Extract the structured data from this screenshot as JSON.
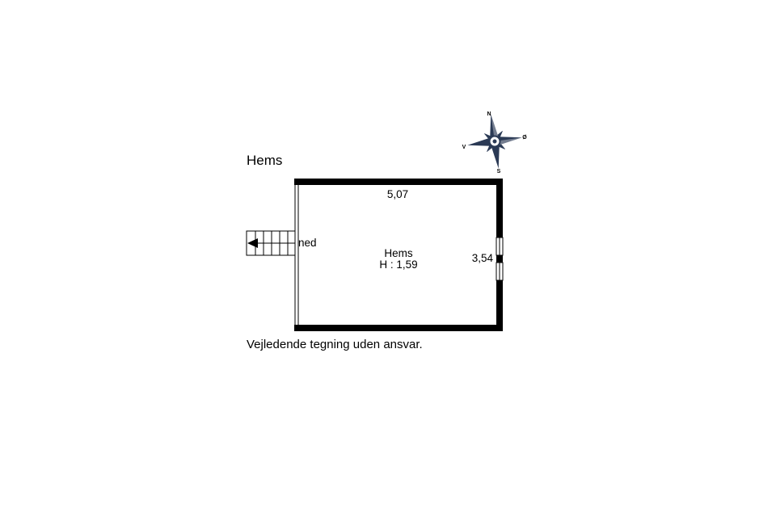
{
  "floor": {
    "title": "Hems",
    "disclaimer": "Vejledende tegning uden ansvar."
  },
  "room": {
    "name": "Hems",
    "height_label": "H : 1,59"
  },
  "dimensions": {
    "width": "5,07",
    "depth": "3,54"
  },
  "stairs": {
    "label": "ned"
  },
  "compass": {
    "north": "N",
    "east": "Ø",
    "south": "S",
    "west": "V"
  },
  "colors": {
    "wall": "#000000",
    "compass_fill": "#2b3a55",
    "background": "#ffffff"
  }
}
